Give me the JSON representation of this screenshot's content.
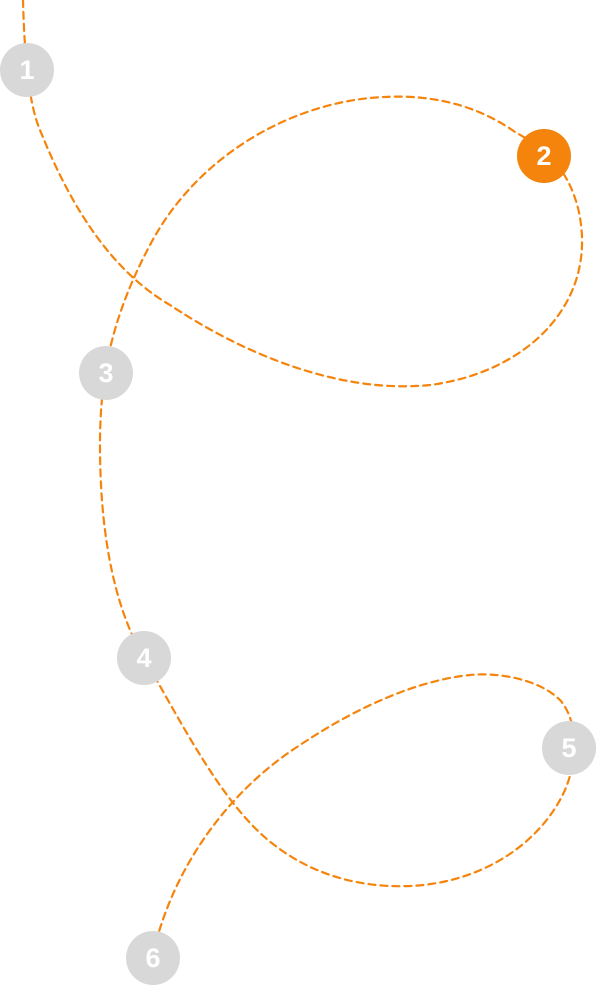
{
  "colors": {
    "path": "#f5840c",
    "step_active": "#f5840c",
    "step_inactive": "#d8d8d8",
    "label": "#ffffff"
  },
  "active_step": "2",
  "steps": [
    {
      "label": "1"
    },
    {
      "label": "2"
    },
    {
      "label": "3"
    },
    {
      "label": "4"
    },
    {
      "label": "5"
    },
    {
      "label": "6"
    }
  ]
}
